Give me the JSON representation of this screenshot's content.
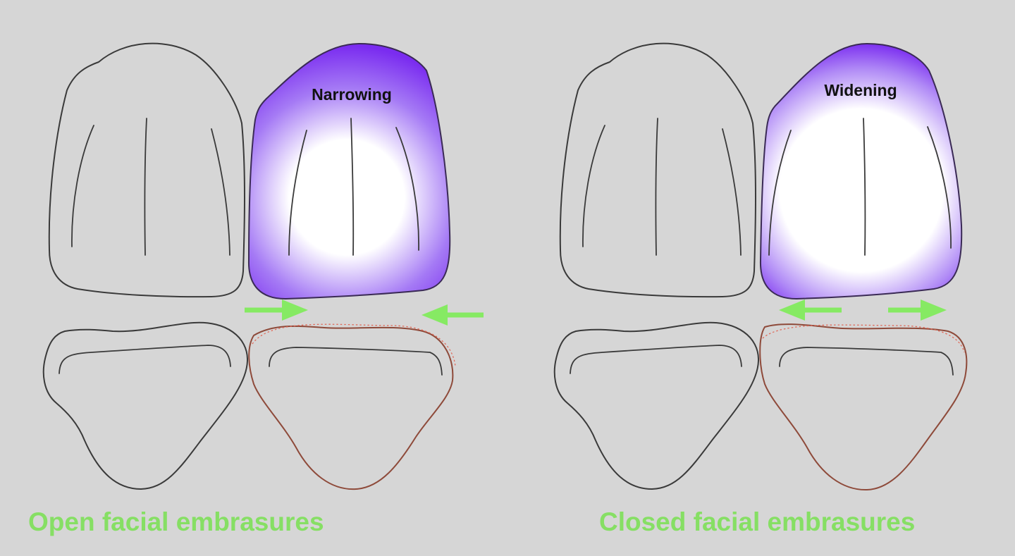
{
  "left_panel": {
    "tooth_label": "Narrowing",
    "caption": "Open facial embrasures"
  },
  "right_panel": {
    "tooth_label": "Widening",
    "caption": "Closed facial embrasures"
  },
  "colors": {
    "background": "#d6d6d6",
    "highlight_purple": "#7a2cf0",
    "arrow_green": "#86ea63",
    "caption_green": "#86df64",
    "root_outline": "#8e4a3a",
    "outline": "#3a3a3a"
  }
}
